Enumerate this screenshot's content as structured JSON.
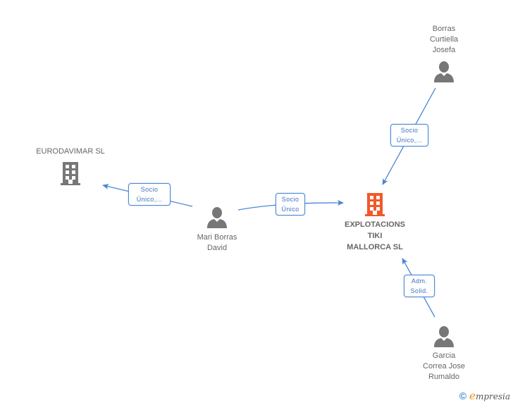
{
  "colors": {
    "edge": "#4a86d8",
    "edge_label_text": "#3d6fc1",
    "node_icon_person": "#777777",
    "node_icon_company": "#777777",
    "node_icon_main_company": "#f0592a",
    "node_text": "#666666"
  },
  "nodes": {
    "main_company": {
      "label_lines": [
        "EXPLOTACIONS",
        "TIKI",
        "MALLORCA SL"
      ],
      "icon": "building-icon",
      "type": "company"
    },
    "eurodavimar": {
      "label": "EURODAVIMAR SL",
      "icon": "building-icon",
      "type": "company"
    },
    "mari_borras": {
      "label_lines": [
        "Mari Borras",
        "David"
      ],
      "icon": "person-icon",
      "type": "person"
    },
    "borras_curtiella": {
      "label_lines": [
        "Borras",
        "Curtiella",
        "Josefa"
      ],
      "icon": "person-icon",
      "type": "person"
    },
    "garcia_correa": {
      "label_lines": [
        "Garcia",
        "Correa Jose",
        "Rumaldo"
      ],
      "icon": "person-icon",
      "type": "person"
    }
  },
  "edges": [
    {
      "from": "mari_borras",
      "to": "eurodavimar",
      "label_lines": [
        "Socio",
        "Único,..."
      ]
    },
    {
      "from": "mari_borras",
      "to": "main_company",
      "label_lines": [
        "Socio",
        "Único"
      ]
    },
    {
      "from": "borras_curtiella",
      "to": "main_company",
      "label_lines": [
        "Socio",
        "Único,..."
      ]
    },
    {
      "from": "garcia_correa",
      "to": "main_company",
      "label_lines": [
        "Adm.",
        "Solid."
      ]
    }
  ],
  "footer": {
    "copyright_symbol": "©",
    "brand_initial": "e",
    "brand_rest": "mpresia"
  }
}
